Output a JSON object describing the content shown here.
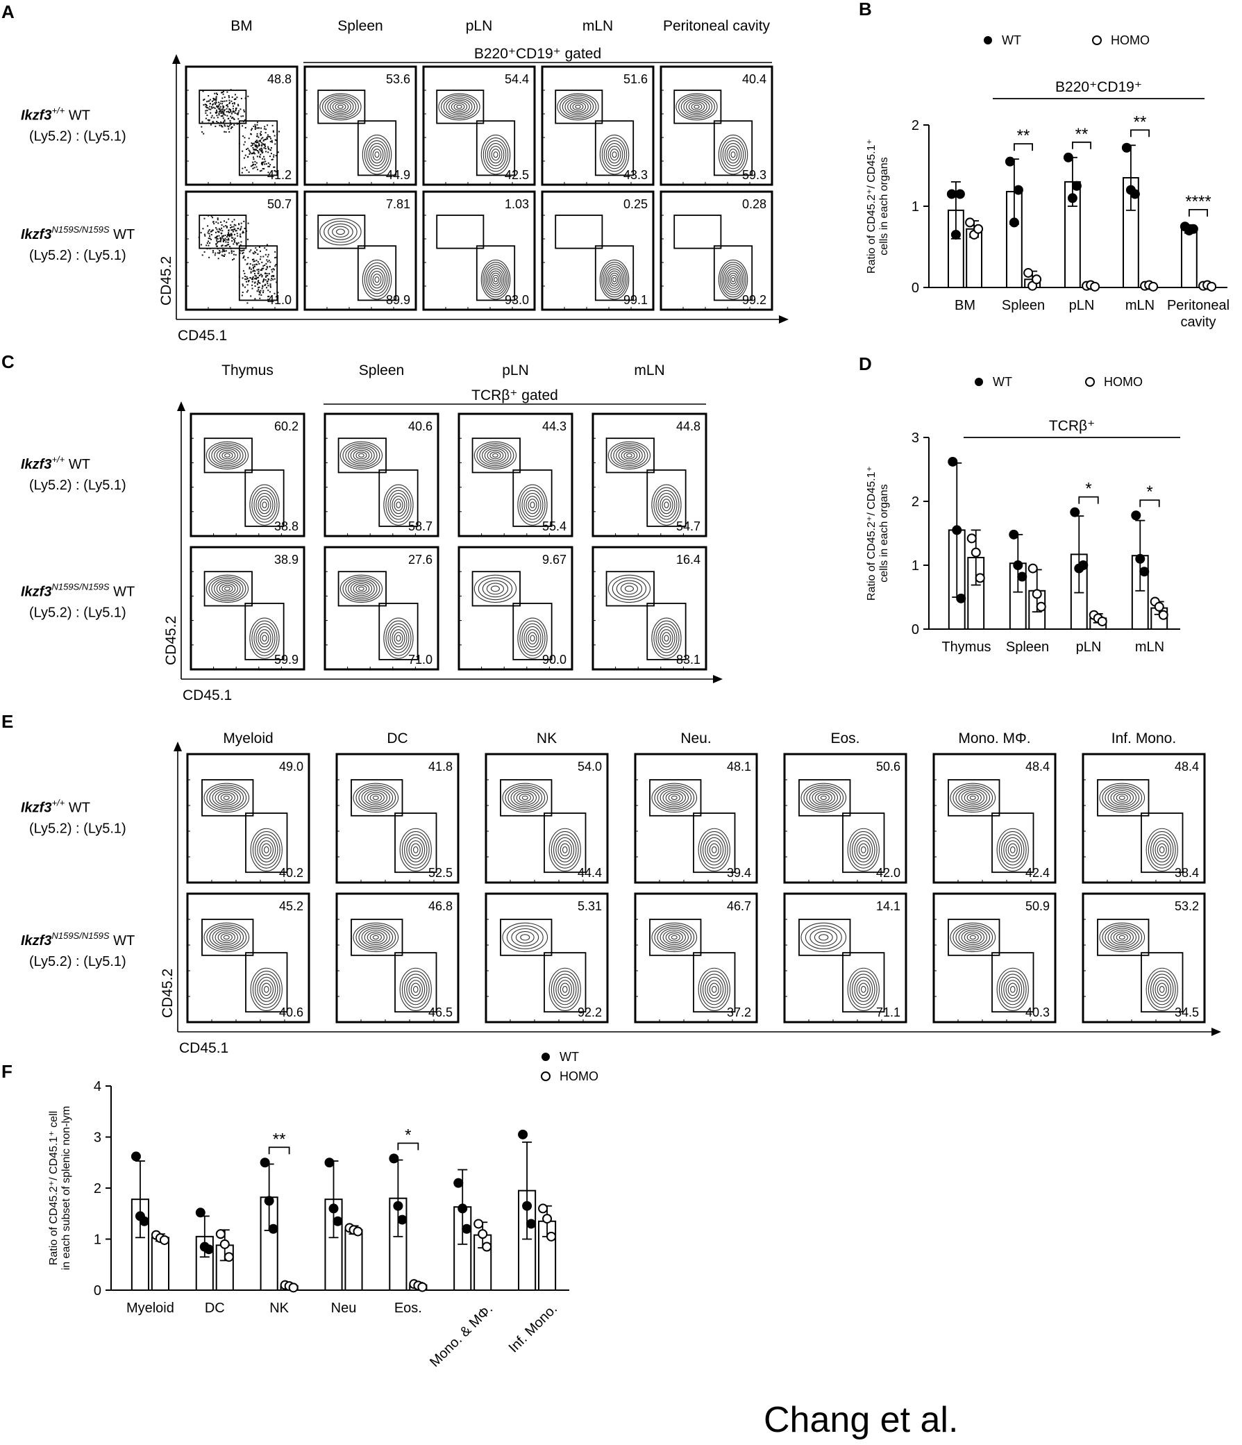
{
  "credit": "Chang et al.",
  "genotypes": {
    "wt": {
      "base": "Ikzf3",
      "sup": "+/+",
      "donor": "WT",
      "ly_left": "(Ly5.2)",
      "colon": ":",
      "ly_right": "(Ly5.1)"
    },
    "homo": {
      "base": "Ikzf3",
      "sup": "N159S/N159S",
      "donor": "WT",
      "ly_left": "(Ly5.2)",
      "colon": ":",
      "ly_right": "(Ly5.1)"
    }
  },
  "axes": {
    "y": "CD45.2",
    "x": "CD45.1"
  },
  "legend": {
    "wt": "WT",
    "homo": "HOMO"
  },
  "panelA": {
    "label": "A",
    "gate_note": "B220⁺CD19⁺ gated",
    "columns": [
      {
        "title": "BM",
        "wt": {
          "top": "48.8",
          "bottom": "41.2"
        },
        "homo": {
          "top": "50.7",
          "bottom": "41.0"
        }
      },
      {
        "title": "Spleen",
        "wt": {
          "top": "53.6",
          "bottom": "44.9"
        },
        "homo": {
          "top": "7.81",
          "bottom": "89.9"
        }
      },
      {
        "title": "pLN",
        "wt": {
          "top": "54.4",
          "bottom": "42.5"
        },
        "homo": {
          "top": "1.03",
          "bottom": "93.0"
        }
      },
      {
        "title": "mLN",
        "wt": {
          "top": "51.6",
          "bottom": "43.3"
        },
        "homo": {
          "top": "0.25",
          "bottom": "99.1"
        }
      },
      {
        "title": "Peritoneal cavity",
        "wt": {
          "top": "40.4",
          "bottom": "59.3"
        },
        "homo": {
          "top": "0.28",
          "bottom": "99.2"
        }
      }
    ]
  },
  "panelC": {
    "label": "C",
    "gate_note": "TCRβ⁺ gated",
    "columns": [
      {
        "title": "Thymus",
        "wt": {
          "top": "60.2",
          "bottom": "38.8"
        },
        "homo": {
          "top": "38.9",
          "bottom": "59.9"
        }
      },
      {
        "title": "Spleen",
        "wt": {
          "top": "40.6",
          "bottom": "58.7"
        },
        "homo": {
          "top": "27.6",
          "bottom": "71.0"
        }
      },
      {
        "title": "pLN",
        "wt": {
          "top": "44.3",
          "bottom": "55.4"
        },
        "homo": {
          "top": "9.67",
          "bottom": "90.0"
        }
      },
      {
        "title": "mLN",
        "wt": {
          "top": "44.8",
          "bottom": "54.7"
        },
        "homo": {
          "top": "16.4",
          "bottom": "83.1"
        }
      }
    ]
  },
  "panelE": {
    "label": "E",
    "columns": [
      {
        "title": "Myeloid",
        "wt": {
          "top": "49.0",
          "bottom": "40.2"
        },
        "homo": {
          "top": "45.2",
          "bottom": "40.6"
        }
      },
      {
        "title": "DC",
        "wt": {
          "top": "41.8",
          "bottom": "52.5"
        },
        "homo": {
          "top": "46.8",
          "bottom": "46.5"
        }
      },
      {
        "title": "NK",
        "wt": {
          "top": "54.0",
          "bottom": "44.4"
        },
        "homo": {
          "top": "5.31",
          "bottom": "92.2"
        }
      },
      {
        "title": "Neu.",
        "wt": {
          "top": "48.1",
          "bottom": "39.4"
        },
        "homo": {
          "top": "46.7",
          "bottom": "37.2"
        }
      },
      {
        "title": "Eos.",
        "wt": {
          "top": "50.6",
          "bottom": "42.0"
        },
        "homo": {
          "top": "14.1",
          "bottom": "71.1"
        }
      },
      {
        "title": "Mono. MΦ.",
        "wt": {
          "top": "48.4",
          "bottom": "42.4"
        },
        "homo": {
          "top": "50.9",
          "bottom": "40.3"
        }
      },
      {
        "title": "Inf. Mono.",
        "wt": {
          "top": "48.4",
          "bottom": "38.4"
        },
        "homo": {
          "top": "53.2",
          "bottom": "34.5"
        }
      }
    ]
  },
  "chart_data": [
    {
      "panel": "B",
      "type": "bar",
      "group_label": "B220⁺CD19⁺",
      "ylabel_line1": "Ratio of CD45.2⁺/ CD45.1⁺",
      "ylabel_line2": "cells in each organs",
      "ylim": [
        0,
        2
      ],
      "yticks": [
        0,
        1,
        2
      ],
      "categories": [
        "BM",
        "Spleen",
        "pLN",
        "mLN",
        "Peritoneal cavity"
      ],
      "series": [
        {
          "name": "WT",
          "values": [
            0.95,
            1.18,
            1.3,
            1.35,
            0.72
          ],
          "err": [
            0.35,
            0.4,
            0.3,
            0.4,
            0.05
          ],
          "points": [
            [
              1.15,
              0.65,
              1.15
            ],
            [
              1.55,
              0.8,
              1.2
            ],
            [
              1.6,
              1.1,
              1.25
            ],
            [
              1.72,
              1.2,
              1.15
            ],
            [
              0.75,
              0.7,
              0.72
            ]
          ]
        },
        {
          "name": "HOMO",
          "values": [
            0.72,
            0.1,
            0.02,
            0.02,
            0.02
          ],
          "err": [
            0.1,
            0.1,
            0.02,
            0.02,
            0.02
          ],
          "points": [
            [
              0.8,
              0.65,
              0.72
            ],
            [
              0.18,
              0.02,
              0.1
            ],
            [
              0.02,
              0.03,
              0.01
            ],
            [
              0.02,
              0.03,
              0.01
            ],
            [
              0.02,
              0.03,
              0.01
            ]
          ]
        }
      ],
      "significance": [
        "",
        "**",
        "**",
        "**",
        "****"
      ]
    },
    {
      "panel": "D",
      "type": "bar",
      "group_label": "TCRβ⁺",
      "ylabel_line1": "Ratio of CD45.2⁺/ CD45.1⁺",
      "ylabel_line2": "cells in each organs",
      "ylim": [
        0,
        3
      ],
      "yticks": [
        0,
        1,
        2,
        3
      ],
      "categories": [
        "Thymus",
        "Spleen",
        "pLN",
        "mLN"
      ],
      "series": [
        {
          "name": "WT",
          "values": [
            1.55,
            1.03,
            1.17,
            1.15
          ],
          "err": [
            1.05,
            0.45,
            0.6,
            0.55
          ],
          "points": [
            [
              2.62,
              1.55,
              0.48
            ],
            [
              1.48,
              1.0,
              0.82
            ],
            [
              1.83,
              0.95,
              1.0
            ],
            [
              1.78,
              1.1,
              0.9
            ]
          ]
        },
        {
          "name": "HOMO",
          "values": [
            1.12,
            0.6,
            0.17,
            0.33
          ],
          "err": [
            0.43,
            0.33,
            0.07,
            0.1
          ],
          "points": [
            [
              1.42,
              1.2,
              0.8
            ],
            [
              0.95,
              0.55,
              0.35
            ],
            [
              0.22,
              0.17,
              0.12
            ],
            [
              0.43,
              0.35,
              0.22
            ]
          ]
        }
      ],
      "significance": [
        "",
        "",
        "*",
        "*"
      ]
    },
    {
      "panel": "F",
      "type": "bar",
      "group_label": "",
      "ylabel_line1": "Ratio of CD45.2⁺/ CD45.1⁺ cell",
      "ylabel_line2": "in each subset of splenic non-lym",
      "ylim": [
        0,
        4
      ],
      "yticks": [
        0,
        1,
        2,
        3,
        4
      ],
      "categories": [
        "Myeloid",
        "DC",
        "NK",
        "Neu",
        "Eos.",
        "Mono. & MΦ.",
        "Inf. Mono."
      ],
      "rotated_from": 5,
      "series": [
        {
          "name": "WT",
          "values": [
            1.78,
            1.05,
            1.82,
            1.78,
            1.8,
            1.63,
            1.95
          ],
          "err": [
            0.75,
            0.4,
            0.65,
            0.75,
            0.75,
            0.73,
            0.95
          ],
          "points": [
            [
              2.62,
              1.45,
              1.35
            ],
            [
              1.52,
              0.85,
              0.8
            ],
            [
              2.5,
              1.75,
              1.2
            ],
            [
              2.5,
              1.6,
              1.35
            ],
            [
              2.58,
              1.65,
              1.38
            ],
            [
              2.1,
              1.6,
              1.2
            ],
            [
              3.05,
              1.65,
              1.3
            ]
          ]
        },
        {
          "name": "HOMO",
          "values": [
            1.03,
            0.88,
            0.08,
            1.18,
            0.1,
            1.08,
            1.35
          ],
          "err": [
            0.07,
            0.3,
            0.04,
            0.08,
            0.05,
            0.25,
            0.3
          ],
          "points": [
            [
              1.08,
              1.02,
              0.98
            ],
            [
              1.1,
              0.9,
              0.65
            ],
            [
              0.1,
              0.08,
              0.05
            ],
            [
              1.22,
              1.18,
              1.15
            ],
            [
              0.12,
              0.09,
              0.06
            ],
            [
              1.3,
              1.1,
              0.85
            ],
            [
              1.6,
              1.4,
              1.05
            ]
          ]
        }
      ],
      "significance": [
        "",
        "",
        "**",
        "",
        "*",
        "",
        ""
      ]
    }
  ]
}
